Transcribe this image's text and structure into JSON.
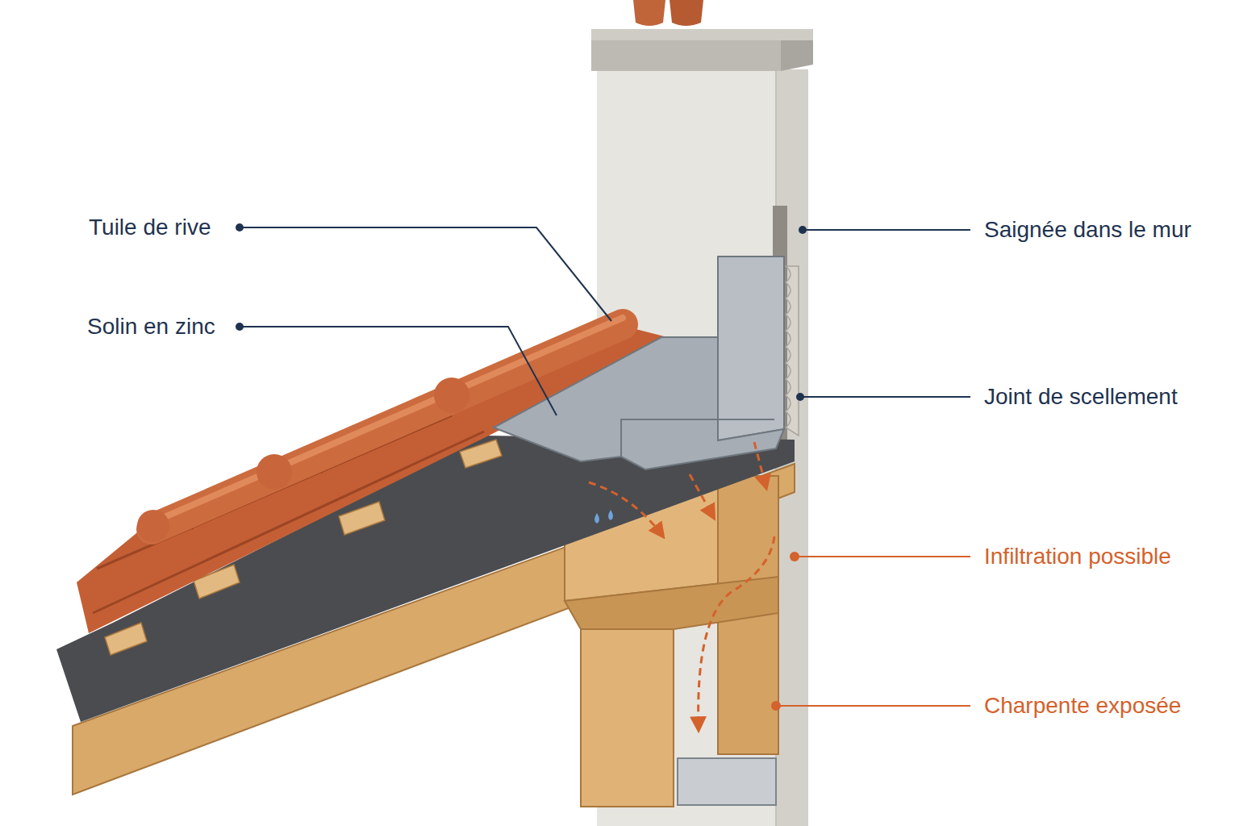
{
  "diagram": {
    "labels": [
      "Tuile de rive",
      "Solin en zinc",
      "Saignée dans le mur",
      "Joint de scellement",
      "Infiltration possible",
      "Charpente exposée"
    ]
  }
}
